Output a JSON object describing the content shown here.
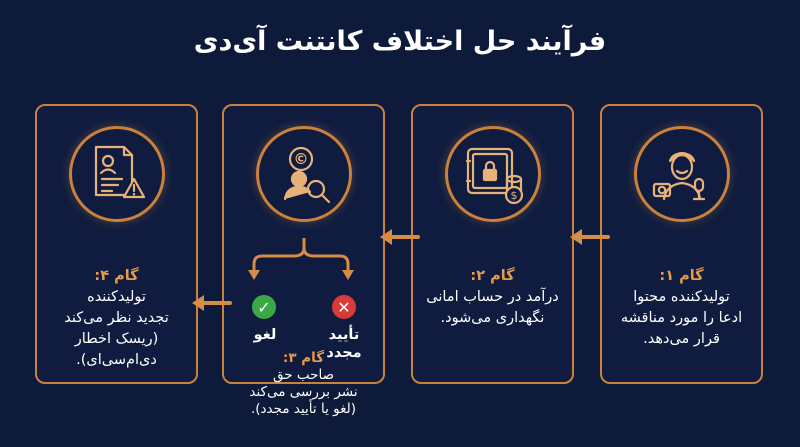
{
  "title": "فرآیند حل اختلاف کانتنت آی‌دی",
  "steps": [
    {
      "label": "گام ۱:",
      "body": "تولیدکننده محتوا\nادعا را مورد مناقشه\nقرار می‌دهد.",
      "icon": "content-creator-icon"
    },
    {
      "label": "گام ۲:",
      "body": "درآمد در حساب امانی\nنگهداری می‌شود.",
      "icon": "escrow-safe-icon"
    },
    {
      "label": "گام ۳:",
      "body": "صاحب حق\nنشر بررسی می‌کند\n(لغو یا تأیید مجدد).",
      "icon": "copyright-review-icon"
    },
    {
      "label": "گام ۴:",
      "body": "تولیدکننده\nتجدید نظر می‌کند\n(ریسک اخطار\nدی‌ام‌سی‌ای).",
      "icon": "appeal-document-warning-icon"
    }
  ],
  "outcomes": {
    "release": "لغو",
    "reinstate": "تأیید\nمجدد"
  },
  "colors": {
    "background": "#0e1a3a",
    "accent": "#c9813b",
    "label": "#e89a4a",
    "check": "#3aa845",
    "cross": "#d63b36"
  }
}
